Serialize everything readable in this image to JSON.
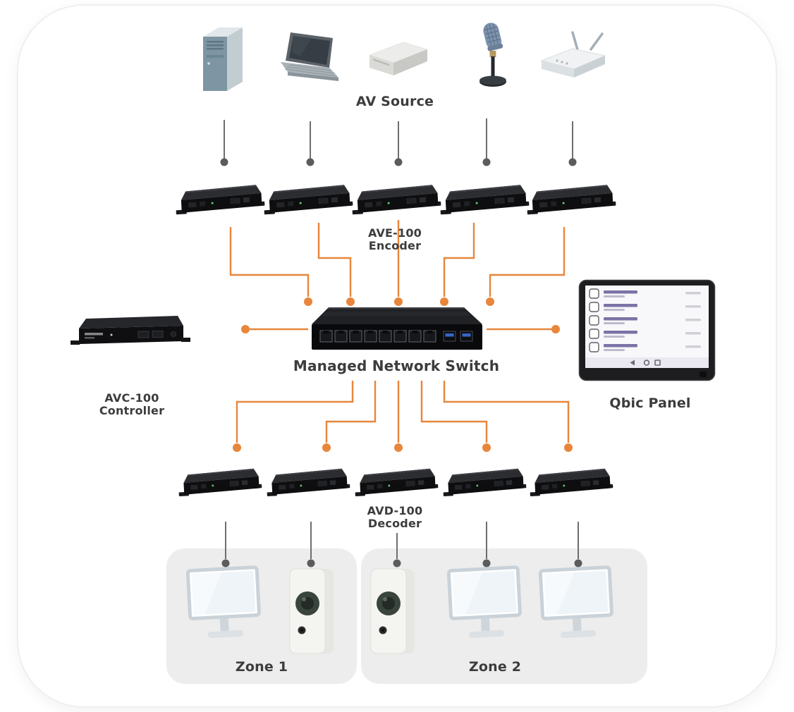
{
  "colors": {
    "accent_orange": "#E8863B",
    "connector_gray": "#6E6E6E",
    "dot_gray": "#5C5C5C",
    "label_dark": "#3C3C3C",
    "zone_bg": "#EDEDED",
    "card_bg": "#FFFFFF"
  },
  "labels": {
    "av_source": "AV Source",
    "encoder_line1": "AVE-100",
    "encoder_line2": "Encoder",
    "switch": "Managed Network Switch",
    "controller_line1": "AVC-100",
    "controller_line2": "Controller",
    "panel": "Qbic Panel",
    "decoder_line1": "AVD-100",
    "decoder_line2": "Decoder"
  },
  "zones": [
    {
      "label": "Zone 1",
      "outputs": [
        "display",
        "speaker"
      ]
    },
    {
      "label": "Zone 2",
      "outputs": [
        "speaker",
        "display",
        "display"
      ]
    }
  ],
  "devices": {
    "av_sources": [
      "desktop-tower",
      "laptop",
      "media-player",
      "microphone",
      "wireless-router"
    ],
    "encoders": {
      "model": "AVE-100",
      "count": 5
    },
    "decoders": {
      "model": "AVD-100",
      "count": 5
    },
    "switch": {
      "name": "Managed Network Switch",
      "rj45_ports": 8,
      "usb_ports": 2
    },
    "controller": {
      "model": "AVC-100"
    },
    "panel": {
      "name": "Qbic Panel"
    }
  }
}
